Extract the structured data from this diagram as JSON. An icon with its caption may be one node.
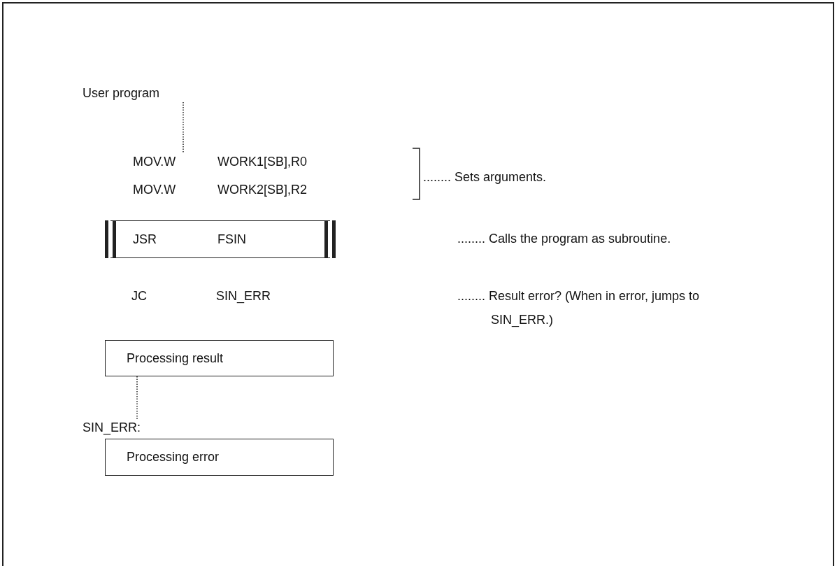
{
  "diagram": {
    "nodes": [
      {
        "text": [
          "User program"
        ]
      },
      {
        "text": [
          "MOV.W",
          "WORK1[SB],R0",
          "MOV.W",
          "WORK2[SB],R2"
        ]
      },
      {
        "text": [
          "JSR",
          "FSIN"
        ]
      },
      {
        "text": [
          "Processing result"
        ]
      },
      {
        "text": [
          "SIN_ERR:"
        ]
      },
      {
        "text": [
          "Processing error"
        ]
      }
    ],
    "edges": [
      {
        "from": 0,
        "to": 1,
        "arrow": "none",
        "style": "dashed"
      },
      {
        "from": 3,
        "to": 4,
        "arrow": "none",
        "style": "dashed"
      }
    ],
    "labels": [
      "........ Sets arguments.",
      "........ Calls the program as subroutine.",
      "JC",
      "SIN_ERR",
      "........ Result error?  (When in error, jumps to SIN_ERR.)"
    ]
  }
}
